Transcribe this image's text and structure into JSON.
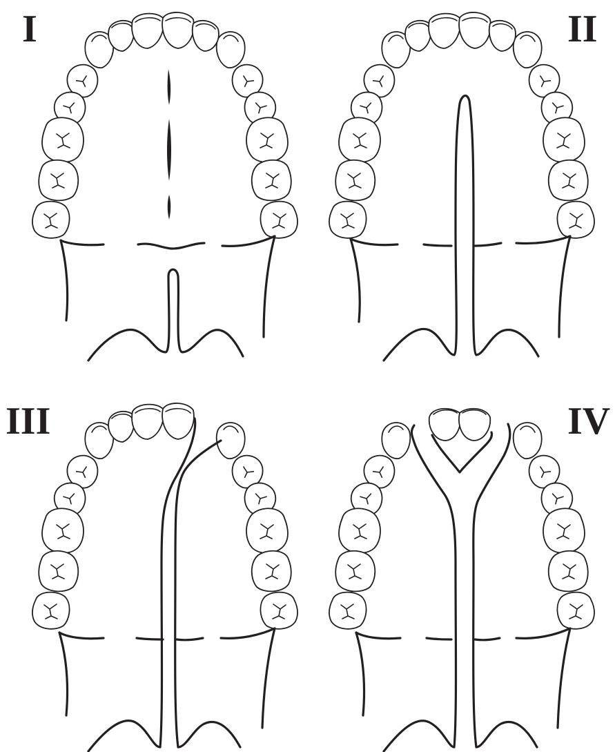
{
  "panels": [
    {
      "id": "I",
      "label": "I"
    },
    {
      "id": "II",
      "label": "II"
    },
    {
      "id": "III",
      "label": "III"
    },
    {
      "id": "IV",
      "label": "IV"
    }
  ],
  "colors": {
    "ink": "#231f20",
    "background": "#ffffff"
  }
}
